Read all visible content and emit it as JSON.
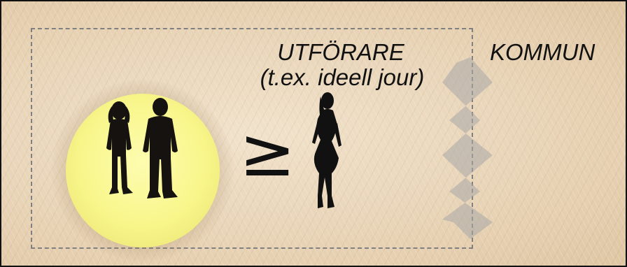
{
  "diagram": {
    "left_section": {
      "title": "UTFÖRARE",
      "subtitle": "(t.ex. ideell jour)"
    },
    "right_section": {
      "title": "KOMMUN"
    },
    "relation_symbol": "≥",
    "icons": {
      "children": "children-silhouette-icon",
      "adult": "woman-silhouette-icon",
      "divider": "zigzag-divider"
    },
    "colors": {
      "highlight_circle": "#f8f68a",
      "dashed_border": "#808080",
      "background": "#e9d5b8",
      "divider": "#a8a8a8"
    }
  }
}
